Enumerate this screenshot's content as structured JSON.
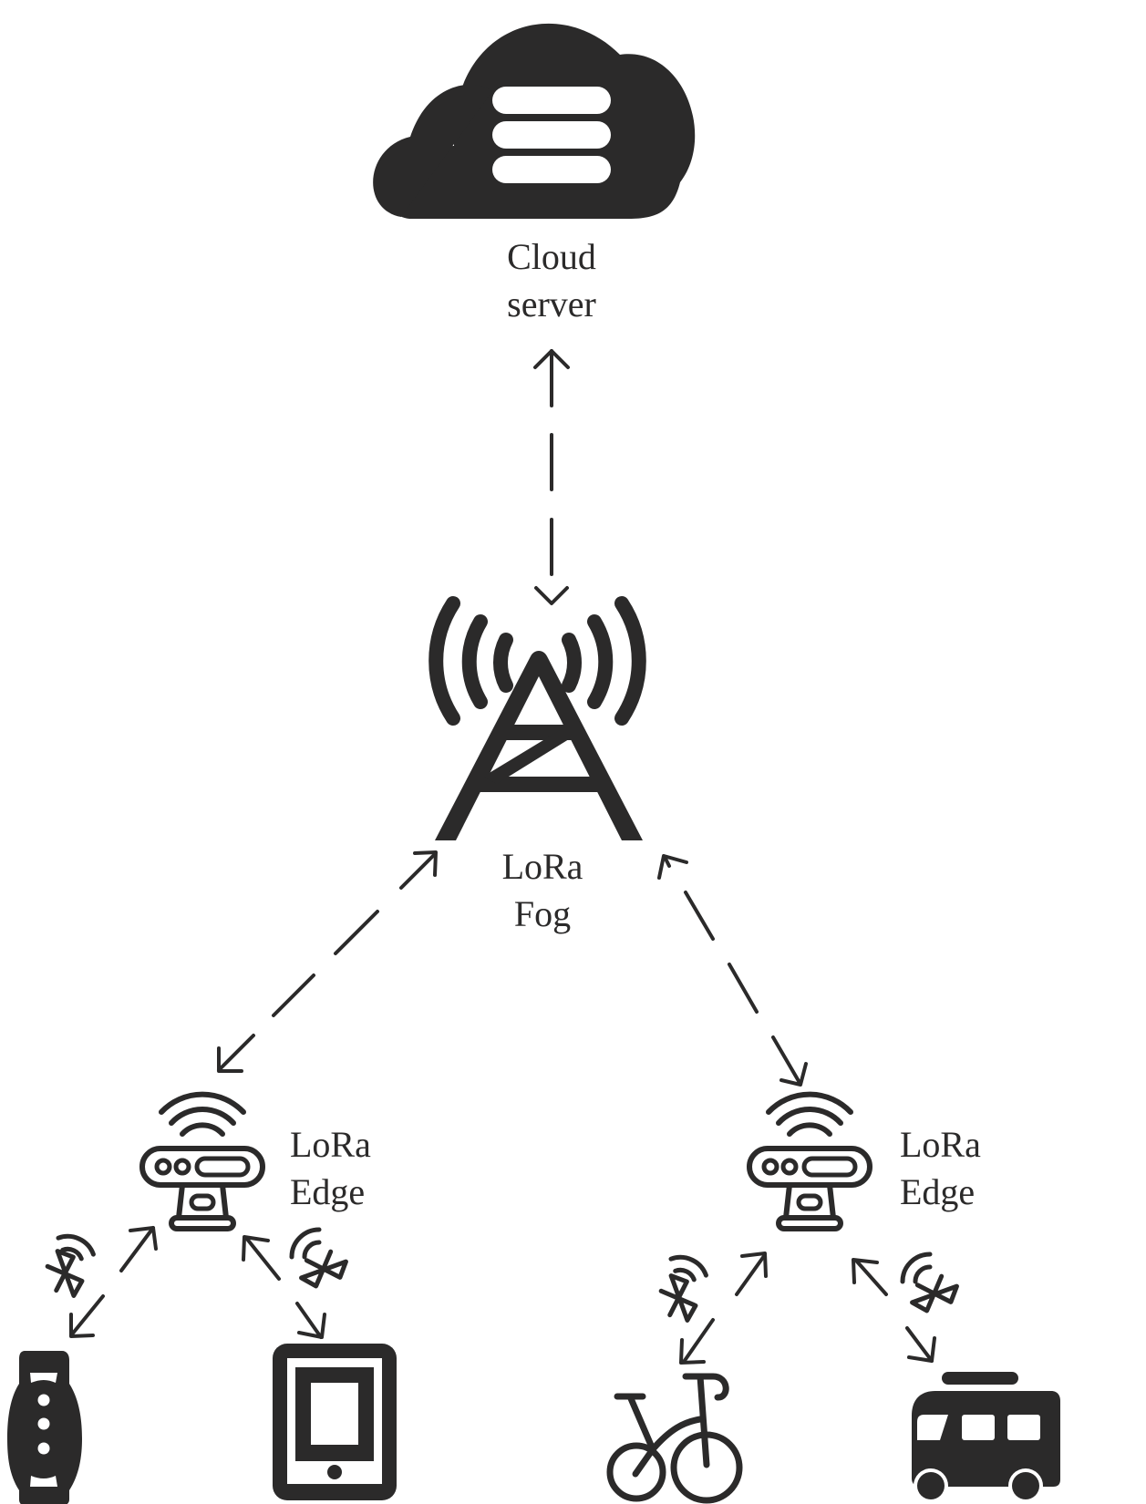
{
  "diagram": {
    "colors": {
      "ink": "#2b2a2a",
      "background": "#ffffff"
    },
    "nodes": {
      "cloud": {
        "label_line1": "Cloud",
        "label_line2": "server",
        "icon": "cloud-server-icon"
      },
      "fog": {
        "label_line1": "LoRa",
        "label_line2": "Fog",
        "icon": "cell-tower-icon"
      },
      "edge_left": {
        "label_line1": "LoRa",
        "label_line2": "Edge",
        "icon": "lora-gateway-icon"
      },
      "edge_right": {
        "label_line1": "LoRa",
        "label_line2": "Edge",
        "icon": "lora-gateway-icon"
      },
      "devices": [
        {
          "name": "smartwatch",
          "icon": "smartwatch-icon",
          "link": "bluetooth"
        },
        {
          "name": "tablet",
          "icon": "tablet-icon",
          "link": "bluetooth"
        },
        {
          "name": "bicycle",
          "icon": "bicycle-icon",
          "link": "bluetooth"
        },
        {
          "name": "bus",
          "icon": "bus-icon",
          "link": "bluetooth"
        }
      ]
    },
    "links": [
      {
        "from": "fog",
        "to": "cloud",
        "style": "dashed",
        "direction": "bidirectional"
      },
      {
        "from": "edge_left",
        "to": "fog",
        "style": "dashed",
        "direction": "bidirectional"
      },
      {
        "from": "edge_right",
        "to": "fog",
        "style": "dashed",
        "direction": "bidirectional"
      },
      {
        "from": "smartwatch",
        "to": "edge_left",
        "style": "bluetooth",
        "direction": "bidirectional"
      },
      {
        "from": "tablet",
        "to": "edge_left",
        "style": "bluetooth",
        "direction": "bidirectional"
      },
      {
        "from": "bicycle",
        "to": "edge_right",
        "style": "bluetooth",
        "direction": "bidirectional"
      },
      {
        "from": "bus",
        "to": "edge_right",
        "style": "bluetooth",
        "direction": "bidirectional"
      }
    ]
  }
}
